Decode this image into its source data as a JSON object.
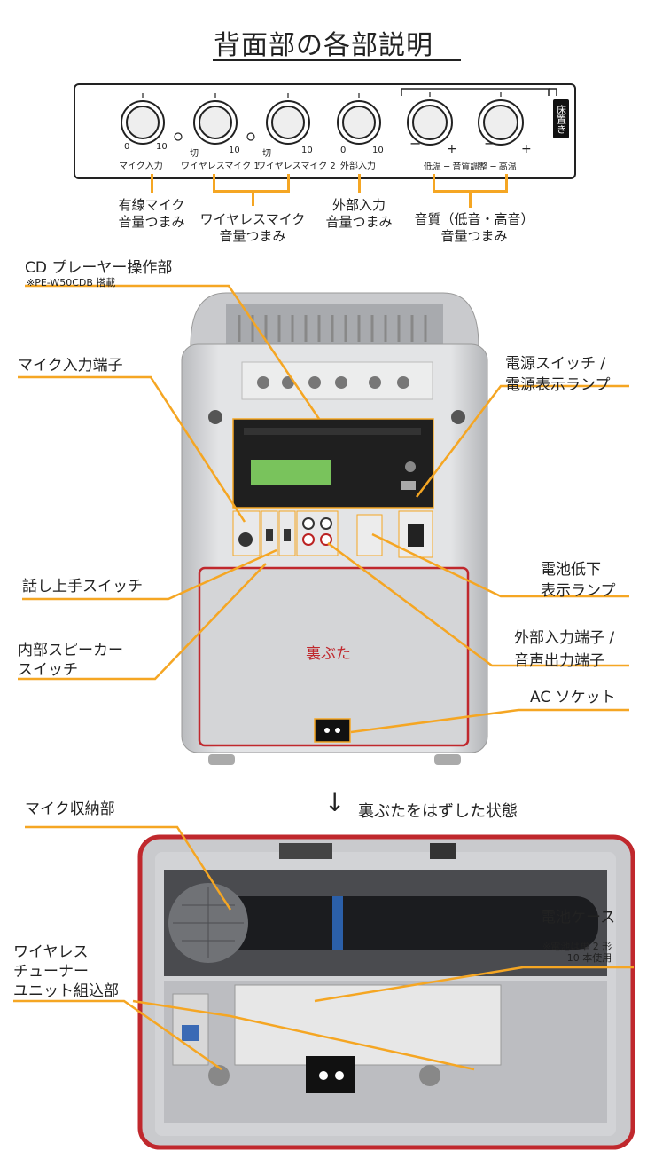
{
  "title": "背面部の各部説明",
  "panel": {
    "knobs": [
      {
        "label": "マイク入力",
        "min": "0",
        "max": "10"
      },
      {
        "label": "ワイヤレスマイク 1",
        "min": "切",
        "max": "10"
      },
      {
        "label": "ワイヤレスマイク 2",
        "min": "切",
        "max": "10"
      },
      {
        "label": "外部入力",
        "min": "0",
        "max": "10"
      },
      {
        "label": "",
        "min": "−",
        "max": "+"
      },
      {
        "label": "",
        "min": "−",
        "max": "+"
      }
    ],
    "tone_label": "低温 ─ 音質調整 ─ 高温",
    "side_tag": "床置き"
  },
  "top_callouts": {
    "wired_mic": "有線マイク\n音量つまみ",
    "wireless_mic": "ワイヤレスマイク\n音量つまみ",
    "external": "外部入力\n音量つまみ",
    "tone": "音質（低音・高音）\n音量つまみ"
  },
  "cd_label": "CD プレーヤー操作部",
  "cd_note": "※PE-W50CDB 搭載",
  "callouts": {
    "mic_input": "マイク入力端子",
    "power": "電源スイッチ /\n電源表示ランプ",
    "talk_switch": "話し上手スイッチ",
    "battery_low": "電池低下\n表示ランプ",
    "internal_speaker": "内部スピーカー\nスイッチ",
    "external_io": "外部入力端子 /\n音声出力端子",
    "ac_socket": "AC ソケット",
    "back_cover": "裏ぶた"
  },
  "arrow_text": "↓",
  "removed_caption": "裏ぶたをはずした状態",
  "bottom_callouts": {
    "mic_storage": "マイク収納部",
    "battery_case": "電池ケース",
    "battery_note": "※電池は単 2 形\n10 本使用",
    "tuner_unit": "ワイヤレス\nチューナー\nユニット組込部"
  },
  "colors": {
    "accent": "#f5a623",
    "frame_red": "#c0282d",
    "body_gray": "#d9dadc"
  }
}
